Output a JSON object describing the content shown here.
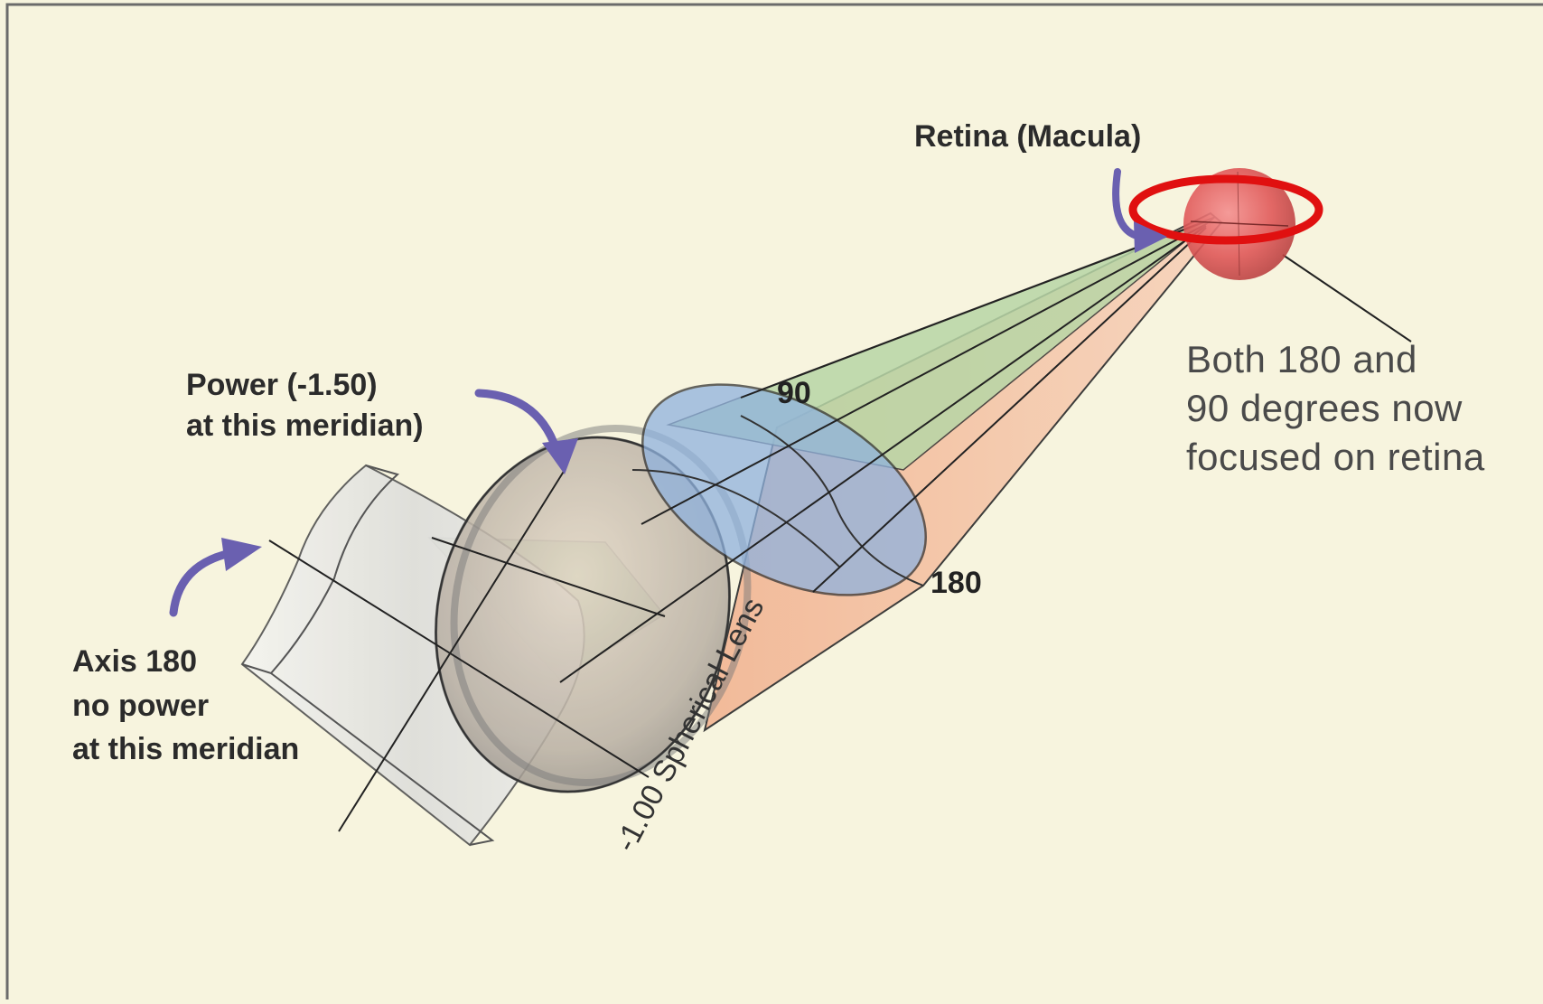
{
  "labels": {
    "retina": "Retina (Macula)",
    "power": [
      "Power (-1.50)",
      "at this meridian)"
    ],
    "axis": [
      "Axis 180",
      "no power",
      "at this meridian"
    ],
    "focus_note": [
      "Both 180 and",
      "90 degrees now",
      "focused on retina"
    ],
    "meridian_90": "90",
    "meridian_180": "180",
    "spherical_lens": "-1.00 Spherical Lens"
  },
  "colors": {
    "background": "#f7f4de",
    "frame": "#6b6b6b",
    "cone_180": "#f0b48e",
    "cone_90": "#b8d6a6",
    "lens_blue": "#8fb2de",
    "pointer_arrow": "#6a60b0",
    "retina": "#e05858",
    "highlight_ellipse": "#e01010"
  }
}
